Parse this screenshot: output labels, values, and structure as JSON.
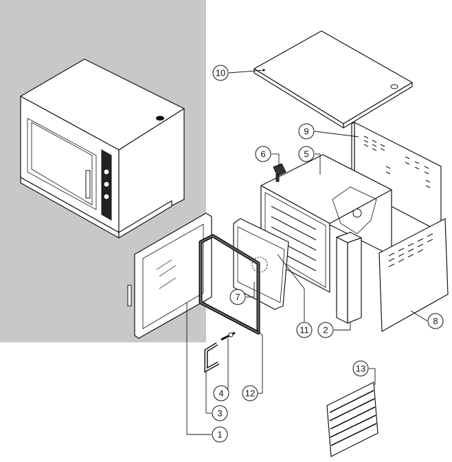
{
  "callouts": [
    {
      "id": "c10",
      "label": "10"
    },
    {
      "id": "c9",
      "label": "9"
    },
    {
      "id": "c6",
      "label": "6"
    },
    {
      "id": "c5",
      "label": "5"
    },
    {
      "id": "c7",
      "label": "7"
    },
    {
      "id": "c11",
      "label": "11"
    },
    {
      "id": "c2",
      "label": "2"
    },
    {
      "id": "c8",
      "label": "8"
    },
    {
      "id": "c13",
      "label": "13"
    },
    {
      "id": "c4",
      "label": "4"
    },
    {
      "id": "c12",
      "label": "12"
    },
    {
      "id": "c3",
      "label": "3"
    },
    {
      "id": "c1",
      "label": "1"
    }
  ],
  "colors": {
    "background_panel": "#c8c8c8",
    "outline": "#111111",
    "part_fill": "#ffffff"
  }
}
